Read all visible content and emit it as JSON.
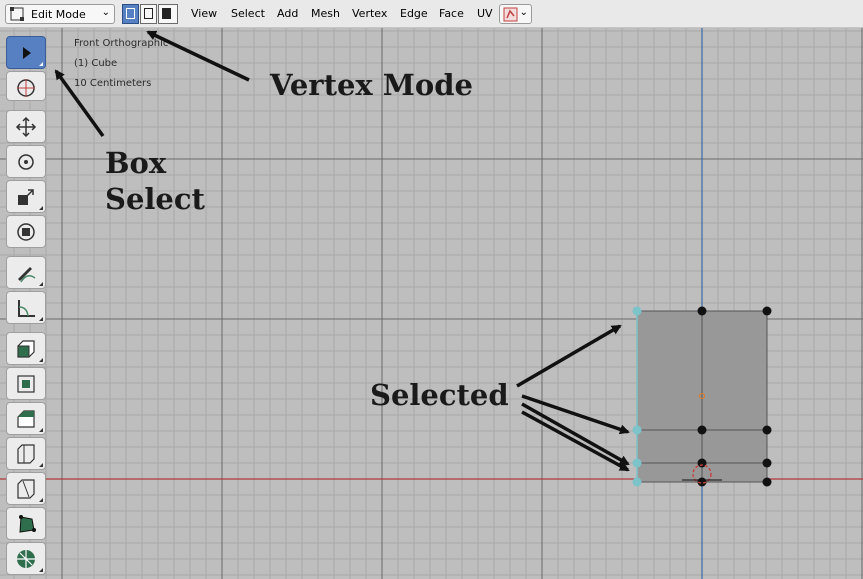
{
  "header": {
    "mode_label": "Edit Mode",
    "menus": [
      "View",
      "Select",
      "Add",
      "Mesh",
      "Vertex",
      "Edge",
      "Face",
      "UV"
    ]
  },
  "viewport": {
    "info_lines": [
      "Front Orthographic",
      "(1) Cube",
      "10 Centimeters"
    ]
  },
  "annotations": {
    "vertex_mode": "Vertex Mode",
    "box": "Box",
    "select": "Select",
    "selected": "Selected"
  },
  "colors": {
    "accent": "#5680c2",
    "mesh_face": "#989898",
    "selected_vertex": "#7cc4c9",
    "vertex": "#111111",
    "x_axis": "#b0393a",
    "z_axis": "#3c69a6"
  }
}
